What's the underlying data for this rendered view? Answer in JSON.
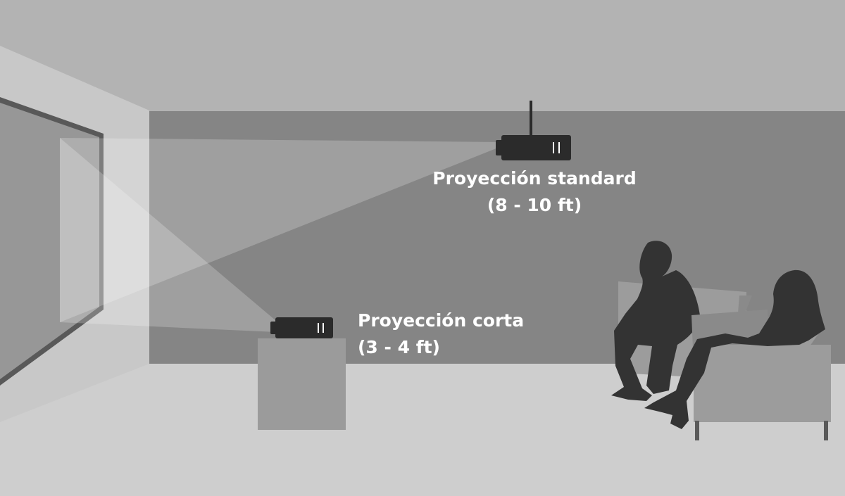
{
  "colors": {
    "ceiling": "#b3b3b3",
    "back_wall": "#858585",
    "floor": "#cecece",
    "side_wall": "#c8c8c8",
    "screen_frame": "#595959",
    "screen_surface": "#979797",
    "light_beam": "#ffffff",
    "projector": "#2b2b2b",
    "pedestal": "#9b9b9b",
    "armchair": "#9c9c9c",
    "armchair_shade": "#8a8a8a",
    "people": "#333333",
    "label_text": "#ffffff"
  },
  "labels": {
    "standard": {
      "title": "Proyección standard",
      "distance": "(8 - 10 ft)"
    },
    "short": {
      "title": "Proyección corta",
      "distance": "(3 - 4 ft)"
    }
  },
  "icons": {
    "ceiling_projector": "ceiling-projector-icon",
    "table_projector": "table-projector-icon",
    "man": "seated-man-silhouette",
    "woman": "seated-woman-silhouette"
  }
}
